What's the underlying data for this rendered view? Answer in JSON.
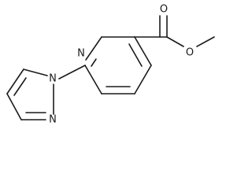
{
  "atoms": {
    "pyridine_n": "N",
    "carbonyl_o": "O",
    "ester_o": "O",
    "pyrazole_n1": "N",
    "pyrazole_n2": "N"
  }
}
